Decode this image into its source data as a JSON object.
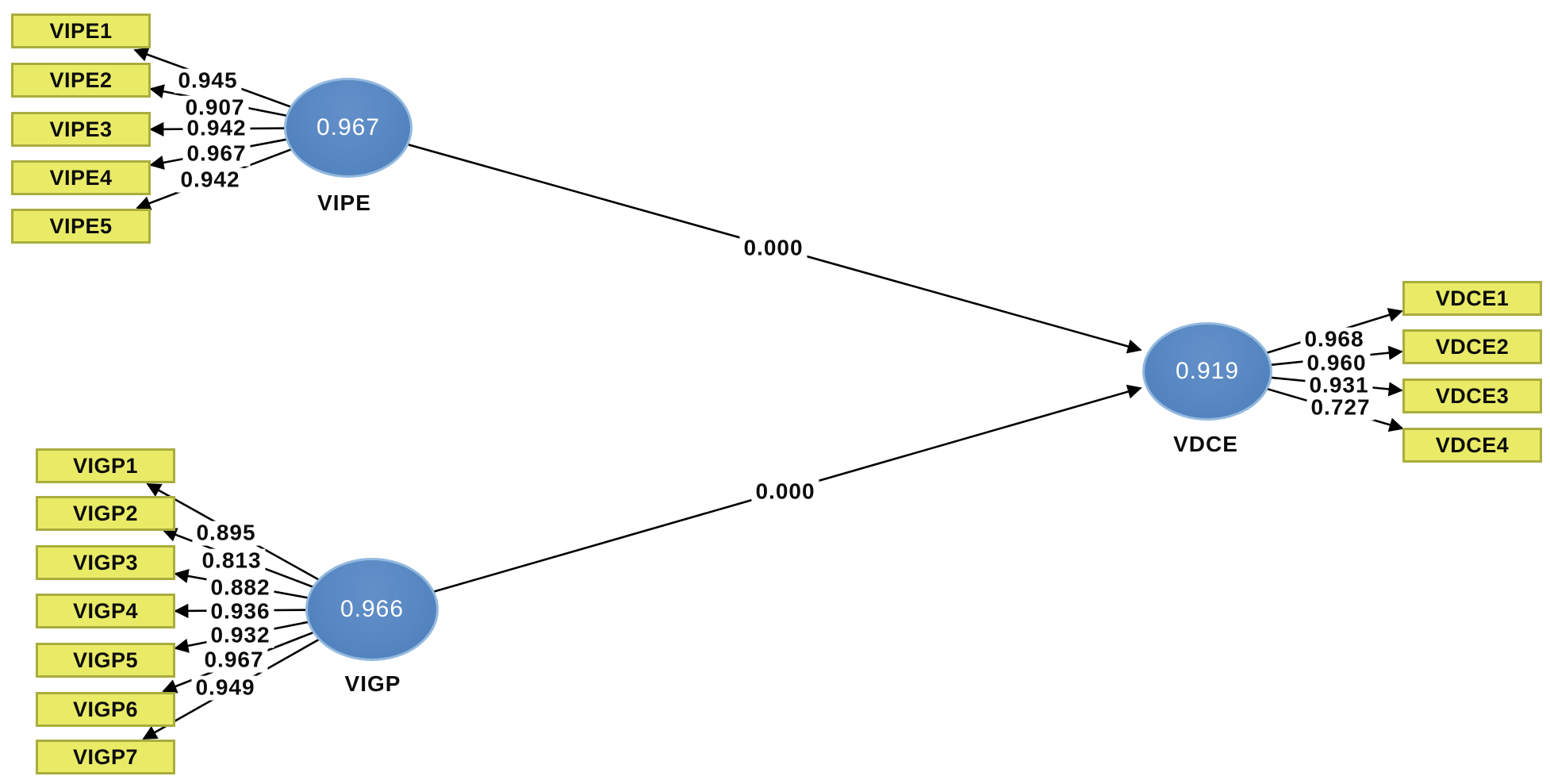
{
  "diagram": {
    "type": "sem-path-model",
    "colors": {
      "background": "#ffffff",
      "latent_fill": "#5585c1",
      "latent_border": "#93b9de",
      "latent_value_text": "#ffffff",
      "indicator_fill": "#e9eb67",
      "indicator_border": "#a9ad3e",
      "line": "#000000"
    },
    "constructs": [
      {
        "name": "VIPE",
        "value": "0.967",
        "indicators": [
          {
            "label": "VIPE1",
            "loading": "0.945"
          },
          {
            "label": "VIPE2",
            "loading": "0.907"
          },
          {
            "label": "VIPE3",
            "loading": "0.942"
          },
          {
            "label": "VIPE4",
            "loading": "0.967"
          },
          {
            "label": "VIPE5",
            "loading": "0.942"
          }
        ]
      },
      {
        "name": "VIGP",
        "value": "0.966",
        "indicators": [
          {
            "label": "VIGP1",
            "loading": "0.895"
          },
          {
            "label": "VIGP2",
            "loading": "0.813"
          },
          {
            "label": "VIGP3",
            "loading": "0.882"
          },
          {
            "label": "VIGP4",
            "loading": "0.936"
          },
          {
            "label": "VIGP5",
            "loading": "0.932"
          },
          {
            "label": "VIGP6",
            "loading": "0.967"
          },
          {
            "label": "VIGP7",
            "loading": "0.949"
          }
        ]
      },
      {
        "name": "VDCE",
        "value": "0.919",
        "indicators": [
          {
            "label": "VDCE1",
            "loading": "0.968"
          },
          {
            "label": "VDCE2",
            "loading": "0.960"
          },
          {
            "label": "VDCE3",
            "loading": "0.931"
          },
          {
            "label": "VDCE4",
            "loading": "0.727"
          }
        ]
      }
    ],
    "paths": [
      {
        "from": "VIPE",
        "to": "VDCE",
        "coefficient": "0.000"
      },
      {
        "from": "VIGP",
        "to": "VDCE",
        "coefficient": "0.000"
      }
    ]
  }
}
